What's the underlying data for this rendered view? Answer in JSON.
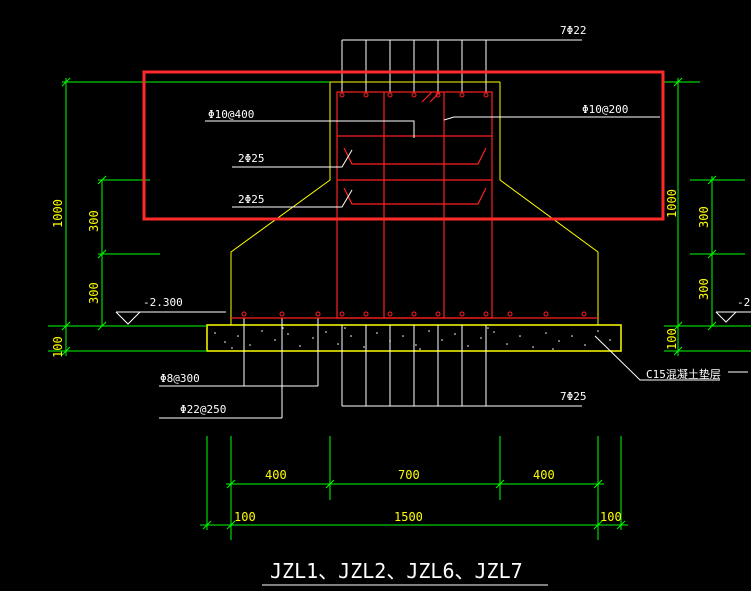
{
  "colors": {
    "background": "#000000",
    "dimension_line": "#00ff00",
    "dimension_text": "#ffff00",
    "rebar": "#ff2020",
    "outline": "#ffff00",
    "leader": "#ffffff",
    "highlight_box": "#ff2a2a"
  },
  "labels": {
    "top_bars": "7Φ22",
    "bottom_bars": "7Φ25",
    "stirrup_left": "Φ10@400",
    "stirrup_right": "Φ10@200",
    "side_bars_1": "2Φ25",
    "side_bars_2": "2Φ25",
    "elevation_left": "-2.300",
    "elevation_right": "-2",
    "slab_dist": "Φ8@300",
    "slab_main": "Φ22@250",
    "cushion": "C15混凝土垫层"
  },
  "dimensions": {
    "left_total": "1000",
    "left_upper": "300",
    "left_lower": "300",
    "left_base": "100",
    "right_total": "1000",
    "right_upper": "300",
    "right_lower": "300",
    "right_base": "100",
    "bottom_left": "400",
    "bottom_mid": "700",
    "bottom_right": "400",
    "bottom_overall_left": "100",
    "bottom_overall_mid": "1500",
    "bottom_overall_right": "100"
  },
  "title": "JZL1、JZL2、JZL6、JZL7"
}
